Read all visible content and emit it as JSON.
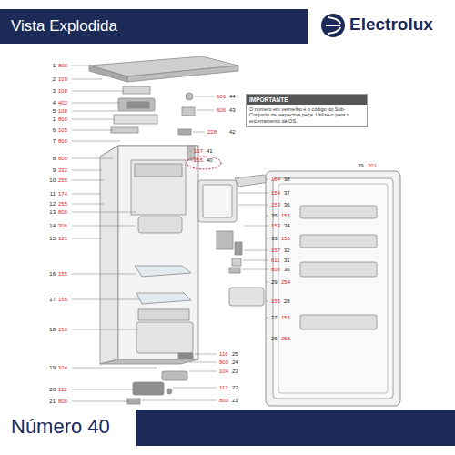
{
  "diagram": {
    "title": "Vista Explodida",
    "caption": "Número 40",
    "nodes": [
      {
        "text": [
          "IMPORTANTE",
          "O número em vermelho é o código do Sub-Conjunto da respectiva peça. Utilize-o para o encerramento da OS."
        ]
      }
    ],
    "labels": [
      "Electrolux",
      "1",
      "800",
      "2",
      "109",
      "3",
      "108",
      "4",
      "402",
      "5",
      "108",
      "1",
      "800",
      "6",
      "105",
      "7",
      "800",
      "8",
      "800",
      "9",
      "332",
      "10",
      "255",
      "11",
      "174",
      "12",
      "255",
      "13",
      "800",
      "14",
      "306",
      "15",
      "121",
      "16",
      "155",
      "17",
      "156",
      "18",
      "156",
      "19",
      "104",
      "20",
      "112",
      "21",
      "800",
      "606",
      "44",
      "606",
      "43",
      "228",
      "42",
      "157",
      "41",
      "255",
      "40",
      "39",
      "201",
      "164",
      "38",
      "154",
      "37",
      "153",
      "36",
      "35",
      "155",
      "153",
      "34",
      "33",
      "155",
      "157",
      "32",
      "611",
      "31",
      "800",
      "30",
      "29",
      "254",
      "155",
      "28",
      "27",
      "155",
      "26",
      "255",
      "116",
      "25",
      "800",
      "24",
      "104",
      "23",
      "112",
      "22",
      "800",
      "21"
    ]
  }
}
